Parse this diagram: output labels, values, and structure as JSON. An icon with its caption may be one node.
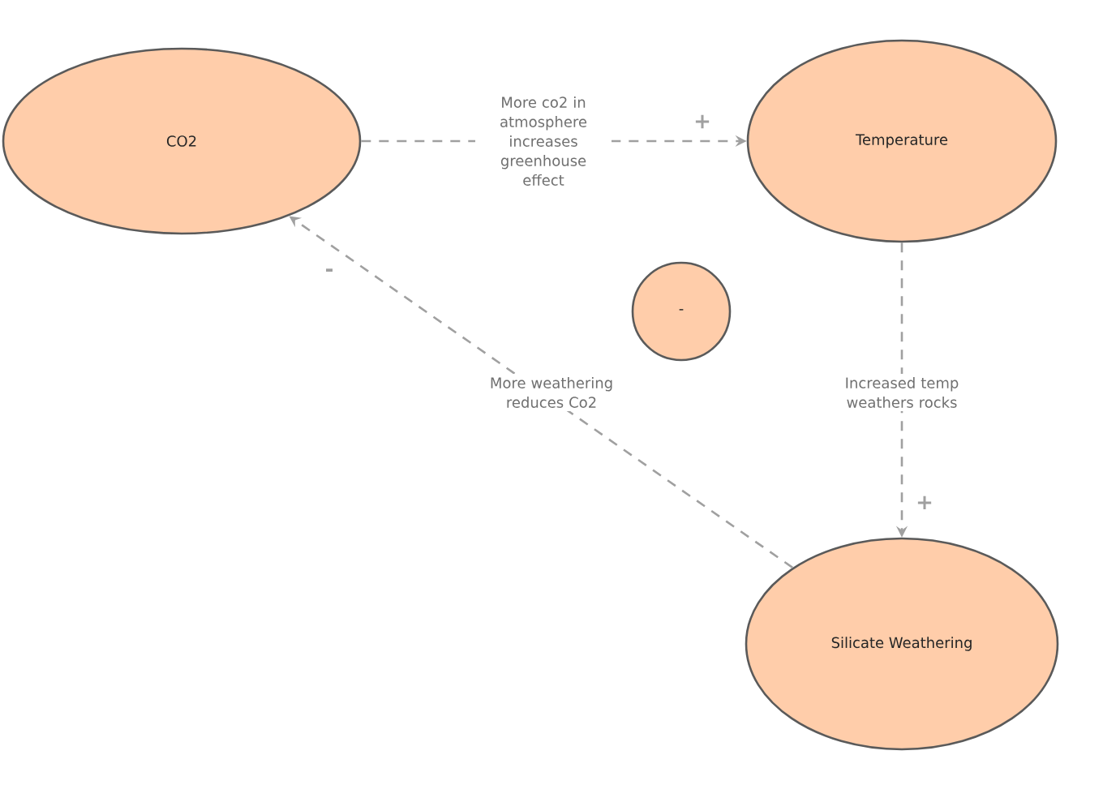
{
  "diagram": {
    "nodes": [
      {
        "text": [
          "CO2"
        ]
      },
      {
        "text": [
          "Temperature"
        ]
      },
      {
        "text": [
          "-"
        ]
      },
      {
        "text": [
          "Silicate Weathering"
        ]
      }
    ],
    "edges": [
      {
        "from": 0,
        "to": 1,
        "arrow": "to",
        "style": "dashed",
        "label": "More co2 in atmosphere increases greenhouse effect"
      },
      {
        "from": 1,
        "to": 3,
        "arrow": "to",
        "style": "dashed",
        "label": "Increased temp weathers rocks"
      },
      {
        "from": 3,
        "to": 0,
        "arrow": "to",
        "style": "dashed",
        "label": "More weathering reduces Co2"
      }
    ],
    "labels": [
      "+",
      "-",
      "+"
    ]
  }
}
